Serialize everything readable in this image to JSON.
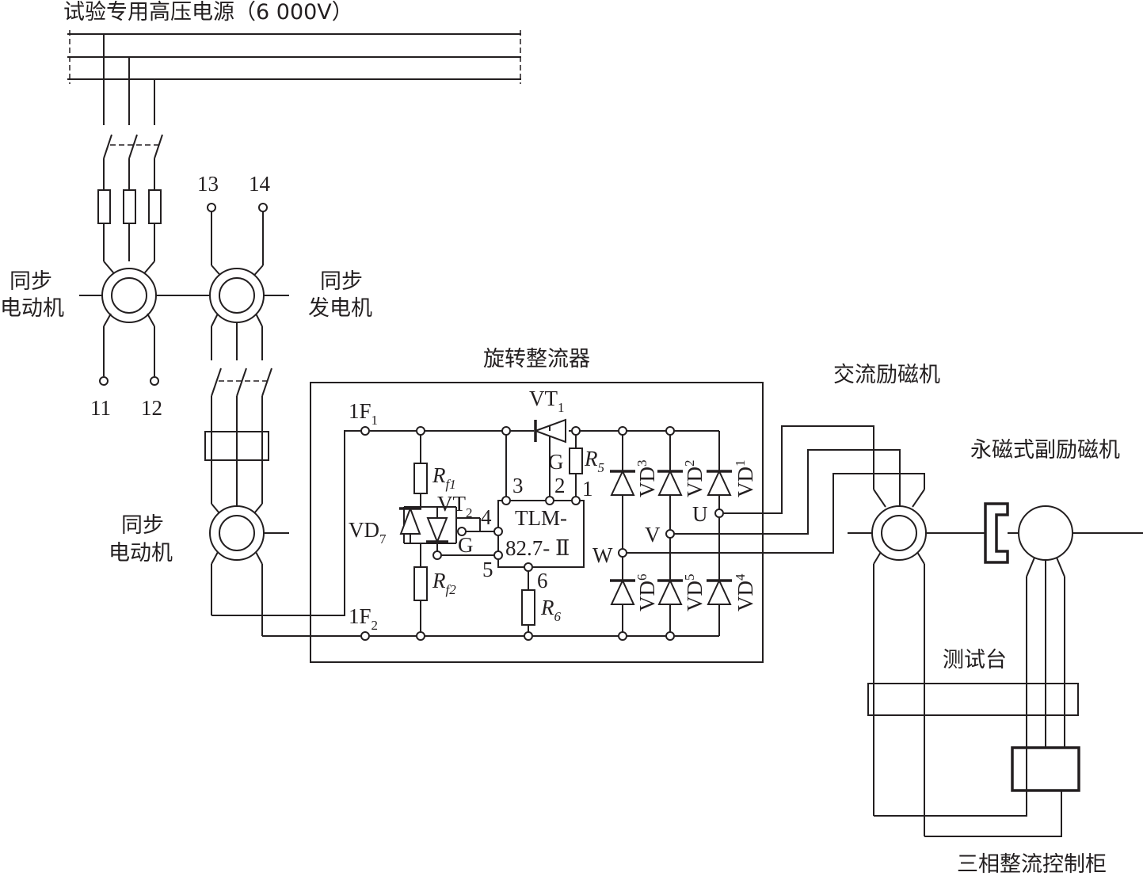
{
  "title": "试验专用高压电源（6 000V）",
  "labels": {
    "motor1_l1": "同步",
    "motor1_l2": "电动机",
    "generator_l1": "同步",
    "generator_l2": "发电机",
    "motor2_l1": "同步",
    "motor2_l2": "电动机",
    "rectifier": "旋转整流器",
    "ac_exciter": "交流励磁机",
    "pm_exciter": "永磁式副励磁机",
    "test_bench": "测试台",
    "control_cabinet": "三相整流控制柜"
  },
  "terminals": {
    "t11": "11",
    "t12": "12",
    "t13": "13",
    "t14": "14"
  },
  "components": {
    "f1": "1F",
    "f1_sub": "1",
    "f2": "1F",
    "f2_sub": "2",
    "vt1": "VT",
    "vt1_sub": "1",
    "vt2": "VT",
    "vt2_sub": "2",
    "vd7": "VD",
    "vd7_sub": "7",
    "rf1": "R",
    "rf1_sub": "f1",
    "rf2": "R",
    "rf2_sub": "f2",
    "r5": "R",
    "r5_sub": "5",
    "r6": "R",
    "r6_sub": "6",
    "gate_top": "G",
    "gate_mid": "G",
    "tlm_l1": "TLM-",
    "tlm_l2": "82.7- Ⅱ",
    "pin1": "1",
    "pin2": "2",
    "pin3": "3",
    "pin4": "4",
    "pin5": "5",
    "pin6": "6",
    "phase_u": "U",
    "phase_v": "V",
    "phase_w": "W",
    "vd": "VD",
    "vd1_sub": "1",
    "vd2_sub": "2",
    "vd3_sub": "3",
    "vd4_sub": "4",
    "vd5_sub": "5",
    "vd6_sub": "6"
  }
}
